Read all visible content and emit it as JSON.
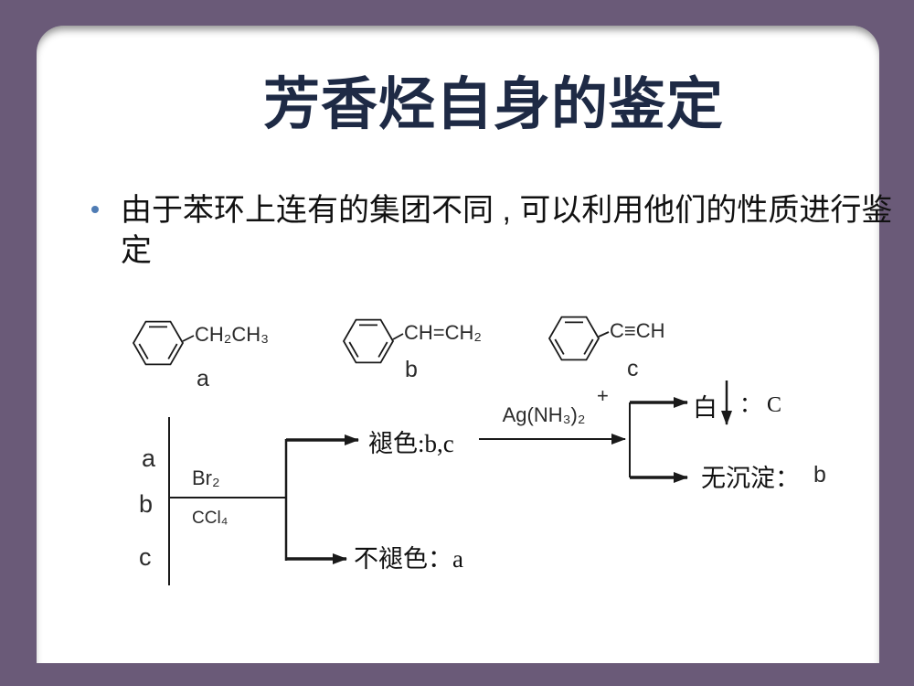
{
  "slide": {
    "title": "芳香烃自身的鉴定",
    "bullet": {
      "text": "由于苯环上连有的集团不同 , 可以利用他们的性质进行鉴定"
    }
  },
  "diagram": {
    "compounds": [
      {
        "formula": "CH₂CH₃",
        "label": "a"
      },
      {
        "formula": "CH=CH₂",
        "label": "b"
      },
      {
        "formula": "C≡CH",
        "label": "c"
      }
    ],
    "mixture_labels": [
      "a",
      "b",
      "c"
    ],
    "step1": {
      "reagent_top": "Br₂",
      "reagent_bottom": "CCl₄"
    },
    "branch1": {
      "positive": "褪色:b,c",
      "negative": "不褪色：a"
    },
    "step2": {
      "reagent": "Ag(NH₃)₂",
      "charge": "+"
    },
    "branch2": {
      "positive_label": "白",
      "positive_result": "： C",
      "negative_label": "无沉淀：",
      "negative_result": "b"
    }
  },
  "colors": {
    "frame": "#6a5a78",
    "panel": "#ffffff",
    "title": "#1e2a45",
    "bullet_dot": "#4f7cb4",
    "ink": "#1a1a1a"
  }
}
